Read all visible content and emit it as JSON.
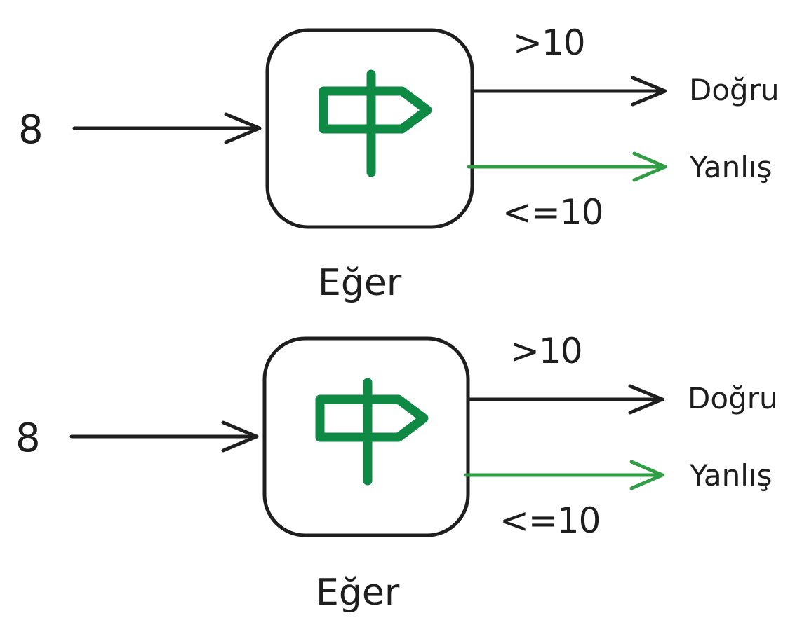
{
  "colors": {
    "ink": "#1e1e1e",
    "sign_green": "#0e8a45",
    "false_arrow_green": "#2f9e44"
  },
  "diagrams": [
    {
      "input_value": "8",
      "block_label": "Eğer",
      "block_icon": "signpost-icon",
      "true_condition": ">10",
      "true_output": "Doğru",
      "false_condition": "<=10",
      "false_output": "Yanlış"
    },
    {
      "input_value": "8",
      "block_label": "Eğer",
      "block_icon": "signpost-icon",
      "true_condition": ">10",
      "true_output": "Doğru",
      "false_condition": "<=10",
      "false_output": "Yanlış"
    }
  ]
}
